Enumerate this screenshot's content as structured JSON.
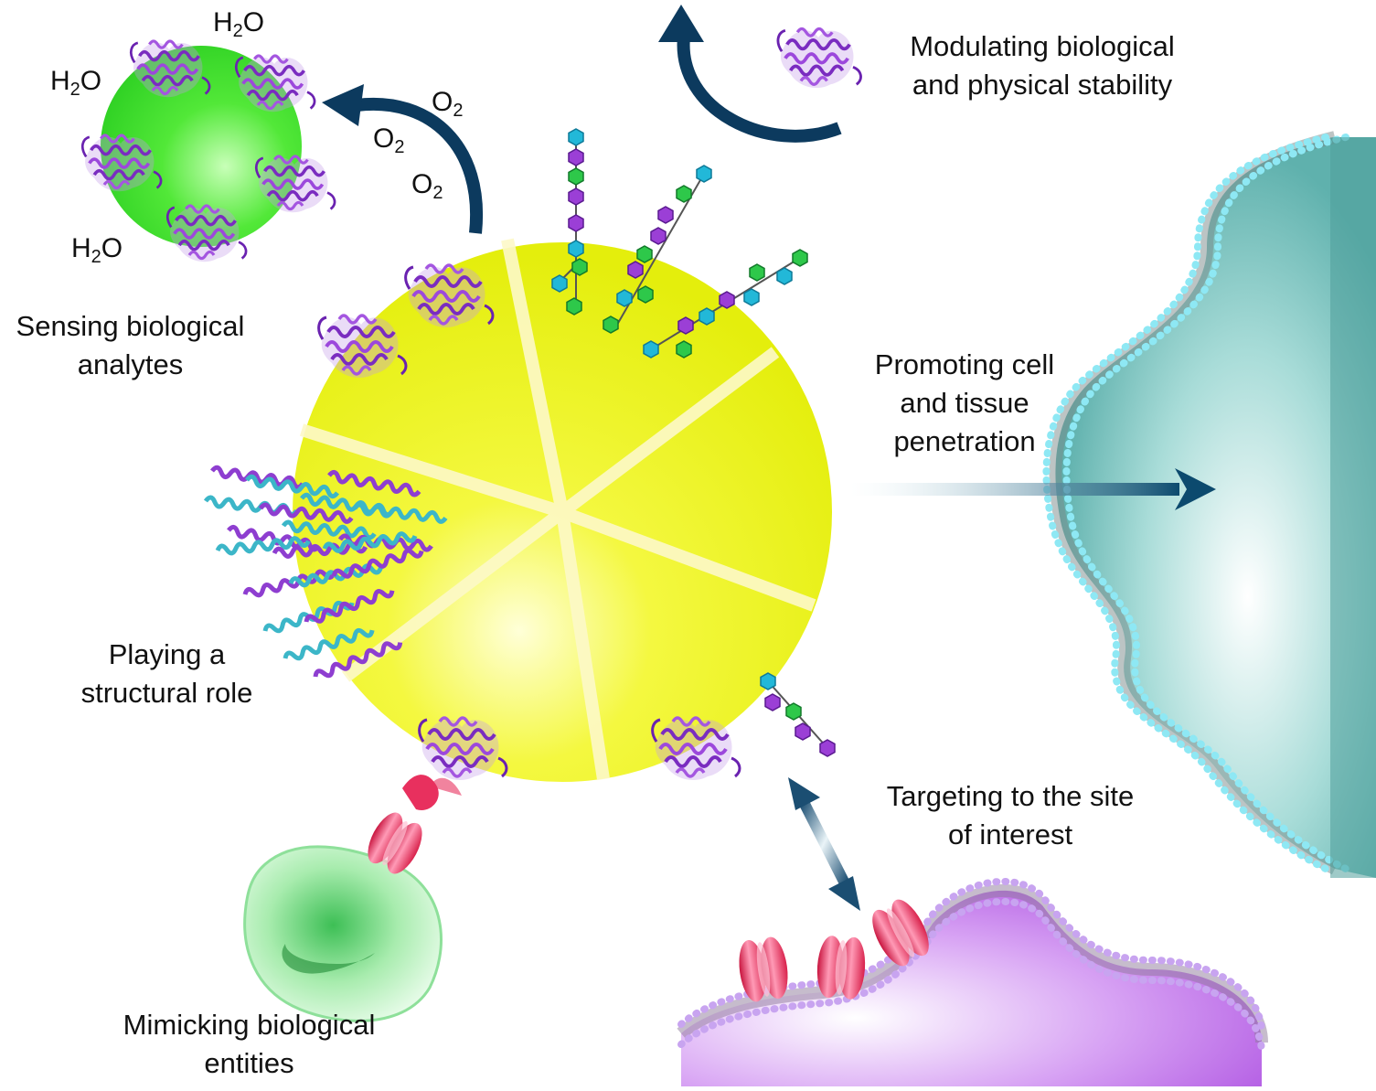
{
  "labels": {
    "sensing": [
      "Sensing biological",
      "analytes"
    ],
    "modulating": [
      "Modulating biological",
      "and physical stability"
    ],
    "promoting": [
      "Promoting cell",
      "and tissue",
      "penetration"
    ],
    "structural": [
      "Playing a",
      "structural role"
    ],
    "targeting": [
      "Targeting to the site",
      "of interest"
    ],
    "mimicking": [
      "Mimicking biological",
      "entities"
    ]
  },
  "chemistry": {
    "water": {
      "main": "H",
      "sub": "2",
      "tail": "O"
    },
    "oxygen": {
      "main": "O",
      "sub": "2"
    }
  },
  "colors": {
    "nanoparticle_core": "#e8f21a",
    "sensor_sphere": "#3fdc28",
    "arrow": "#0c3a5e",
    "protein": "#8a3cc4",
    "glycan_cyan": "#22b8d8",
    "glycan_green": "#2ec84a",
    "glycan_purple": "#9b3fd6",
    "helix_cyan": "#3cb6c8",
    "helix_purple": "#8e3ed0",
    "tissue": "#86c9c6",
    "membrane_bead": "#8ee8f4",
    "cell_membrane": "#b46ce0",
    "receptor": "#e83a6a",
    "mimic_cell": "#7ee08a"
  },
  "icons": [
    "protein-icon",
    "glycan-chain-icon",
    "helix-bundle-icon",
    "receptor-icon",
    "curved-arrow-icon",
    "straight-arrow-icon",
    "double-arrow-icon"
  ]
}
